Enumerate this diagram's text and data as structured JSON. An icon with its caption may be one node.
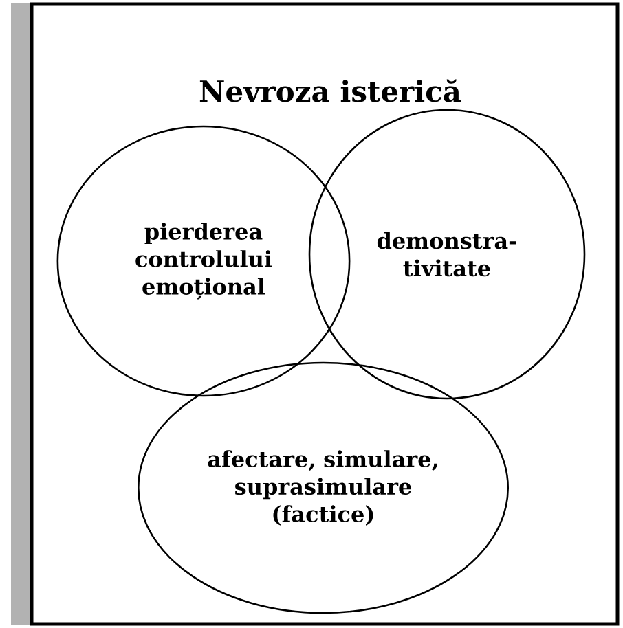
{
  "diagram": {
    "title": "Nevroza isterică",
    "nodes": [
      {
        "text": [
          "pierderea controlului emoțional"
        ]
      },
      {
        "text": [
          "demonstra-tivitate"
        ]
      },
      {
        "text": [
          "afectare, simulare, suprasimulare (factice)"
        ]
      }
    ]
  }
}
